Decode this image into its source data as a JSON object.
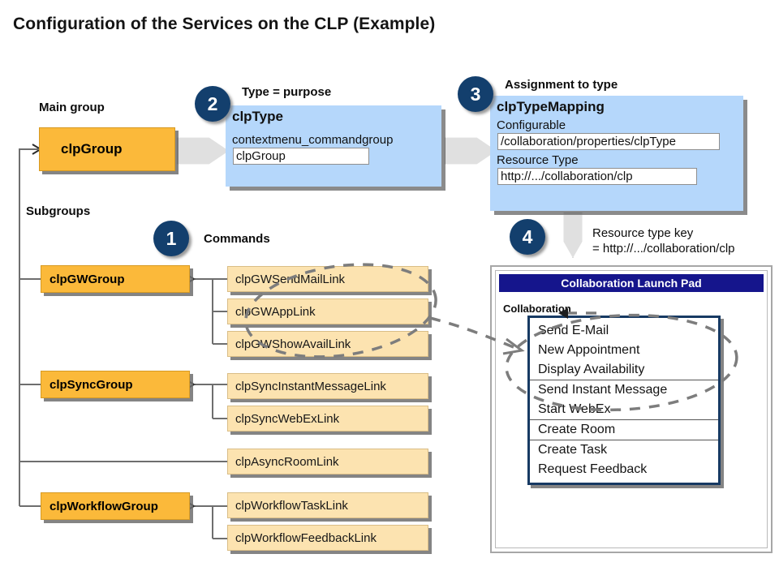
{
  "title": "Configuration of the Services on the CLP (Example)",
  "labels": {
    "main_group": "Main group",
    "subgroups": "Subgroups",
    "commands": "Commands",
    "type_purpose": "Type = purpose",
    "assignment_to_type": "Assignment to type",
    "resource_type_key_line1": "Resource type key",
    "resource_type_key_line2": "= http://.../collaboration/clp"
  },
  "callouts": {
    "one": "1",
    "two": "2",
    "three": "3",
    "four": "4"
  },
  "main_group": {
    "name": "clpGroup"
  },
  "subgroups": [
    {
      "name": "clpGWGroup"
    },
    {
      "name": "clpSyncGroup"
    },
    {
      "name": "clpWorkflowGroup"
    }
  ],
  "commands": [
    {
      "name": "clpGWSendMailLink"
    },
    {
      "name": "clpGWAppLink"
    },
    {
      "name": "clpGWShowAvailLink"
    },
    {
      "name": "clpSyncInstantMessageLink"
    },
    {
      "name": "clpSyncWebExLink"
    },
    {
      "name": "clpAsyncRoomLink"
    },
    {
      "name": "clpWorkflowTaskLink"
    },
    {
      "name": "clpWorkflowFeedbackLink"
    }
  ],
  "clp_type": {
    "title": "clpType",
    "property_label": "contextmenu_commandgroup",
    "property_value": "clpGroup"
  },
  "clp_type_mapping": {
    "title": "clpTypeMapping",
    "configurable_label": "Configurable",
    "configurable_value": "/collaboration/properties/clpType",
    "resource_type_label": "Resource Type",
    "resource_type_value": "http://.../collaboration/clp"
  },
  "clp_window": {
    "title": "Collaboration Launch Pad",
    "section_label": "Collaboration",
    "menu_items": [
      {
        "label": "Send E-Mail",
        "separator_above": false
      },
      {
        "label": "New Appointment",
        "separator_above": false
      },
      {
        "label": "Display Availability",
        "separator_above": false
      },
      {
        "label": "Send Instant Message",
        "separator_above": true
      },
      {
        "label": "Start WebEx",
        "separator_above": false
      },
      {
        "label": "Create Room",
        "separator_above": true
      },
      {
        "label": "Create Task",
        "separator_above": true
      },
      {
        "label": "Request Feedback",
        "separator_above": false
      }
    ]
  },
  "colors": {
    "group_orange": "#fbb93a",
    "command_cream": "#fce3b0",
    "panel_blue": "#b5d7fb",
    "callout_navy": "#133f6d",
    "titlebar_blue": "#15158c",
    "menu_border": "#173a63",
    "connector_gray": "#6e6e6e",
    "arrow_gray": "#e0e0e0"
  }
}
